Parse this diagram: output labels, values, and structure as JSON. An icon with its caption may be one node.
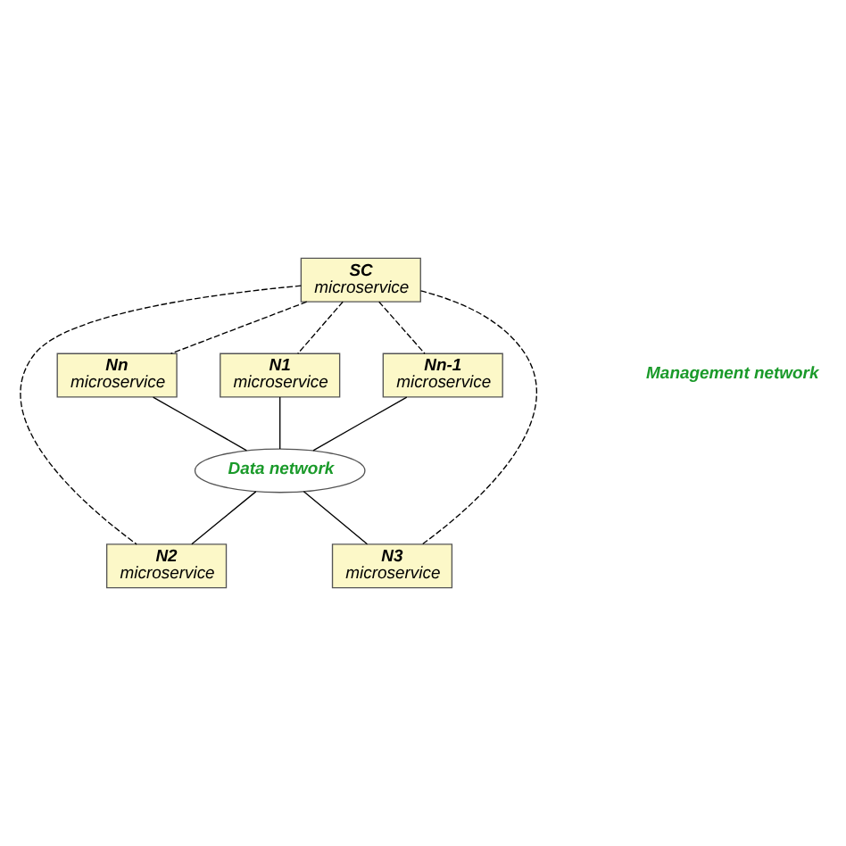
{
  "diagram": {
    "nodes": [
      {
        "text": [
          "SC",
          "microservice"
        ]
      },
      {
        "text": [
          "Nn",
          "microservice"
        ]
      },
      {
        "text": [
          "N1",
          "microservice"
        ]
      },
      {
        "text": [
          "Nn-1",
          "microservice"
        ]
      },
      {
        "text": [
          "Data network"
        ]
      },
      {
        "text": [
          "N2",
          "microservice"
        ]
      },
      {
        "text": [
          "N3",
          "microservice"
        ]
      }
    ],
    "edges": [
      {
        "from": 0,
        "to": 2,
        "arrow": "none",
        "style": "dashed"
      },
      {
        "from": 0,
        "to": 5,
        "arrow": "none",
        "style": "dashed"
      },
      {
        "from": 0,
        "to": 1,
        "arrow": "none",
        "style": "dashed"
      },
      {
        "from": 0,
        "to": 6,
        "arrow": "none",
        "style": "dashed"
      },
      {
        "from": 0,
        "to": 3,
        "arrow": "none",
        "style": "dashed"
      },
      {
        "from": 2,
        "to": 4,
        "arrow": "none"
      },
      {
        "from": 1,
        "to": 4,
        "arrow": "none"
      },
      {
        "from": 3,
        "to": 4,
        "arrow": "none"
      },
      {
        "from": 4,
        "to": 5,
        "arrow": "none"
      },
      {
        "from": 4,
        "to": 6,
        "arrow": "none"
      }
    ],
    "labels": [
      "Management network"
    ]
  }
}
